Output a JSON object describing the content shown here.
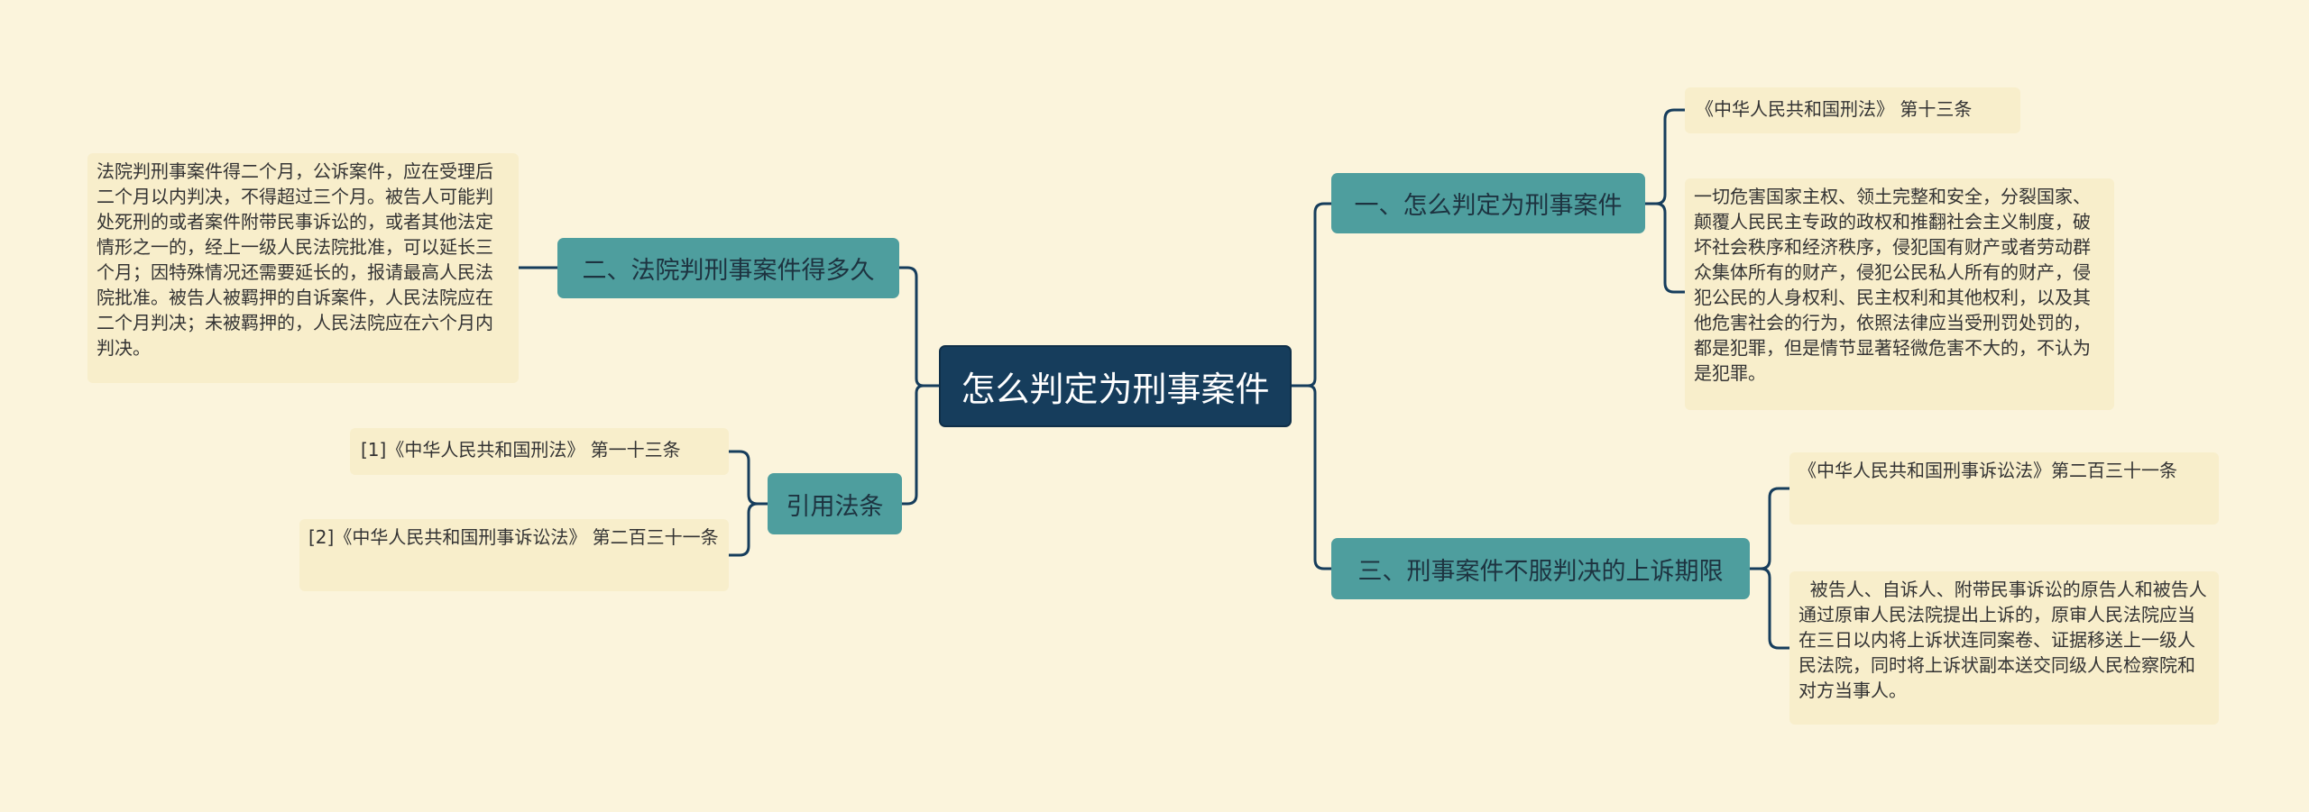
{
  "root": {
    "label": "怎么判定为刑事案件"
  },
  "branches": {
    "b1": {
      "label": "一、怎么判定为刑事案件"
    },
    "b2": {
      "label": "二、法院判刑事案件得多久"
    },
    "b3": {
      "label": "三、刑事案件不服判决的上诉期限"
    },
    "b4": {
      "label": "引用法条"
    }
  },
  "leaves": {
    "l1": {
      "text": "《中华人民共和国刑法》 第十三条"
    },
    "l2": {
      "text": "一切危害国家主权、领土完整和安全，分裂国家、颠覆人民民主专政的政权和推翻社会主义制度，破坏社会秩序和经济秩序，侵犯国有财产或者劳动群众集体所有的财产，侵犯公民私人所有的财产，侵犯公民的人身权利、民主权利和其他权利，以及其他危害社会的行为，依照法律应当受刑罚处罚的，都是犯罪，但是情节显著轻微危害不大的，不认为是犯罪。"
    },
    "l3": {
      "text": "《中华人民共和国刑事诉讼法》第二百三十一条"
    },
    "l4": {
      "text": "  被告人、自诉人、附带民事诉讼的原告人和被告人通过原审人民法院提出上诉的，原审人民法院应当在三日以内将上诉状连同案卷、证据移送上一级人民法院，同时将上诉状副本送交同级人民检察院和对方当事人。"
    },
    "l5": {
      "text": "法院判刑事案件得二个月，公诉案件，应在受理后二个月以内判决，不得超过三个月。被告人可能判处死刑的或者案件附带民事诉讼的，或者其他法定情形之一的，经上一级人民法院批准，可以延长三个月；因特殊情况还需要延长的，报请最高人民法院批准。被告人被羁押的自诉案件，人民法院应在二个月判决；未被羁押的，人民法院应在六个月内判决。"
    },
    "l6": {
      "text": "[1]《中华人民共和国刑法》 第一十三条"
    },
    "l7": {
      "text": "[2]《中华人民共和国刑事诉讼法》 第二百三十一条"
    }
  },
  "colors": {
    "background": "#fbf4dc",
    "root_fill": "#163d5c",
    "branch_fill": "#4e9e9e",
    "leaf_fill": "#f8eecb",
    "link": "#163d5c"
  }
}
